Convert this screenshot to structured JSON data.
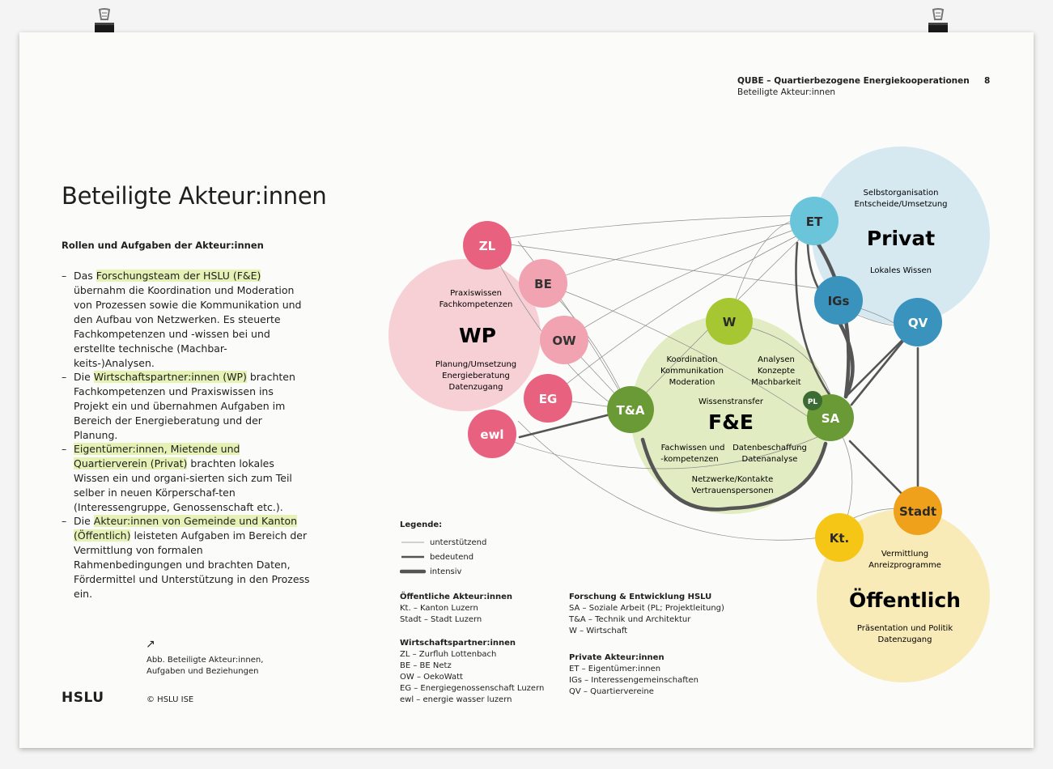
{
  "header": {
    "title": "QUBE – Quartierbezogene Energiekooperationen",
    "subtitle": "Beteiligte Akteur:innen",
    "page_number": "8"
  },
  "main": {
    "title": "Beteiligte Akteur:innen",
    "subtitle": "Rollen und Aufgaben der Akteur:innen",
    "paragraphs": [
      {
        "before": "Das ",
        "highlight": "Forschungsteam der HSLU (F&E)",
        "after": " übernahm die Koordination und Moderation von Prozessen sowie die Kommunikation und den Aufbau von Netzwerken. Es steuerte Fachkompetenzen und -wissen bei und erstellte technische (Machbar-keits-)Analysen."
      },
      {
        "before": "Die ",
        "highlight": "Wirtschaftspartner:innen (WP)",
        "after": " brachten Fachkompetenzen und Praxiswissen ins Projekt ein und übernahmen Aufgaben im Bereich der Energieberatung und der Planung."
      },
      {
        "before": "",
        "highlight": "Eigentümer:innen, Mietende und Quartierverein (Privat)",
        "after": " brachten lokales Wissen ein und organi-sierten sich zum Teil selber in neuen Körperschaf-ten (Interessengruppe, Genossenschaft etc.)."
      },
      {
        "before": "Die ",
        "highlight": "Akteur:innen von Gemeinde und Kanton (Öffentlich)",
        "after": " leisteten Aufgaben im Bereich der Vermittlung von formalen Rahmenbedingungen und brachten Daten, Fördermittel und Unterstützung in den Prozess ein."
      }
    ],
    "dash": "–"
  },
  "caption": {
    "arrow": "↗",
    "line1": "Abb. Beteiligte Akteur:innen,",
    "line2": "Aufgaben und Beziehungen",
    "copyright": "© HSLU ISE"
  },
  "logo": "HSLU",
  "diagram": {
    "groups": {
      "wp": {
        "label": "WP",
        "text": [
          "Praxiswissen",
          "Fachkompetenzen"
        ],
        "text2": [
          "Planung/Umsetzung",
          "Energieberatung",
          "Datenzugang"
        ],
        "color": "#f7d0d6"
      },
      "fe": {
        "label": "F&E",
        "sublabel": "Wissenstransfer",
        "left": [
          "Koordination",
          "Kommunikation",
          "Moderation"
        ],
        "right": [
          "Analysen",
          "Konzepte",
          "Machbarkeit"
        ],
        "bottom_left": [
          "Fachwissen und",
          "-kompetenzen"
        ],
        "bottom_right": [
          "Datenbeschaffung",
          "Datenanalyse"
        ],
        "bottom": [
          "Netzwerke/Kontakte",
          "Vertrauenspersonen"
        ],
        "color": "#e2ecc2"
      },
      "privat": {
        "label": "Privat",
        "top": [
          "Selbstorganisation",
          "Entscheide/Umsetzung"
        ],
        "bottom": [
          "Lokales Wissen"
        ],
        "color": "#d6e9f1"
      },
      "oeff": {
        "label": "Öffentlich",
        "top": [
          "Vermittlung",
          "Anreizprogramme"
        ],
        "bottom": [
          "Präsentation und Politik",
          "Datenzugang"
        ],
        "color": "#f8ebb8"
      }
    },
    "nodes": {
      "zl": "ZL",
      "be": "BE",
      "ow": "OW",
      "eg": "EG",
      "ewl": "ewl",
      "w": "W",
      "ta": "T&A",
      "sa": "SA",
      "pl": "PL",
      "et": "ET",
      "igs": "IGs",
      "qv": "QV",
      "stadt": "Stadt",
      "kt": "Kt."
    },
    "colors": {
      "pink": "#e8627f",
      "pink_light": "#f1a3b2",
      "green_light": "#a6c731",
      "green_dark": "#6a9a35",
      "green_pl": "#3d6b34",
      "blue_light": "#6ac4da",
      "blue_dark": "#3a93bd",
      "orange": "#f0a11c",
      "yellow": "#f5c616"
    }
  },
  "legend": {
    "title": "Legende:",
    "items": [
      "unterstützend",
      "bedeutend",
      "intensiv"
    ],
    "sections": [
      {
        "title": "Öffentliche Akteur:innen",
        "lines": [
          "Kt. – Kanton Luzern",
          "Stadt – Stadt Luzern"
        ]
      },
      {
        "title": "Wirtschaftspartner:innen",
        "lines": [
          "ZL – Zurfluh Lottenbach",
          "BE – BE Netz",
          "OW – OekoWatt",
          "EG – Energiegenossenschaft Luzern",
          "ewl – energie wasser luzern"
        ]
      },
      {
        "title": "Forschung & Entwicklung HSLU",
        "lines": [
          "SA – Soziale Arbeit (PL; Projektleitung)",
          "T&A – Technik und Architektur",
          "W – Wirtschaft"
        ]
      },
      {
        "title": "Private Akteur:innen",
        "lines": [
          "ET – Eigentümer:innen",
          "IGs – Interessengemeinschaften",
          "QV – Quartiervereine"
        ]
      }
    ]
  }
}
